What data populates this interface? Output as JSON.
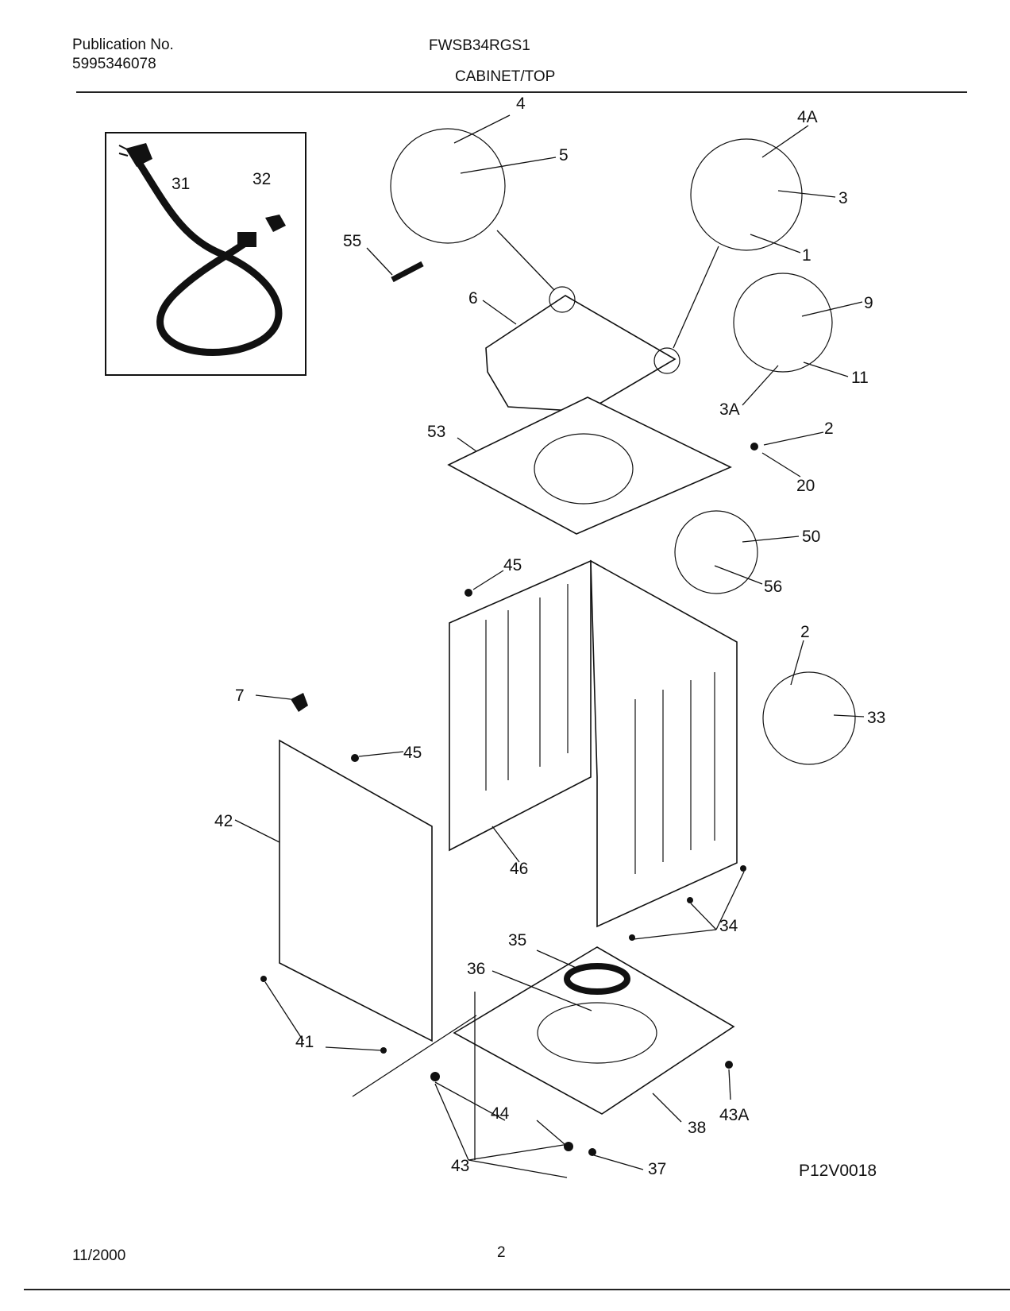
{
  "header": {
    "publication_label": "Publication No.",
    "publication_number": "5995346078",
    "model": "FWSB34RGS1",
    "section_title": "CABINET/TOP"
  },
  "footer": {
    "date": "11/2000",
    "page": "2"
  },
  "diagram": {
    "code": "P12V0018",
    "callouts": [
      "4",
      "4A",
      "5",
      "3",
      "1",
      "9",
      "11",
      "3A",
      "55",
      "6",
      "31",
      "32",
      "53",
      "2",
      "20",
      "50",
      "56",
      "45",
      "2",
      "33",
      "7",
      "45",
      "42",
      "46",
      "34",
      "35",
      "36",
      "41",
      "43A",
      "44",
      "38",
      "43",
      "37"
    ]
  }
}
